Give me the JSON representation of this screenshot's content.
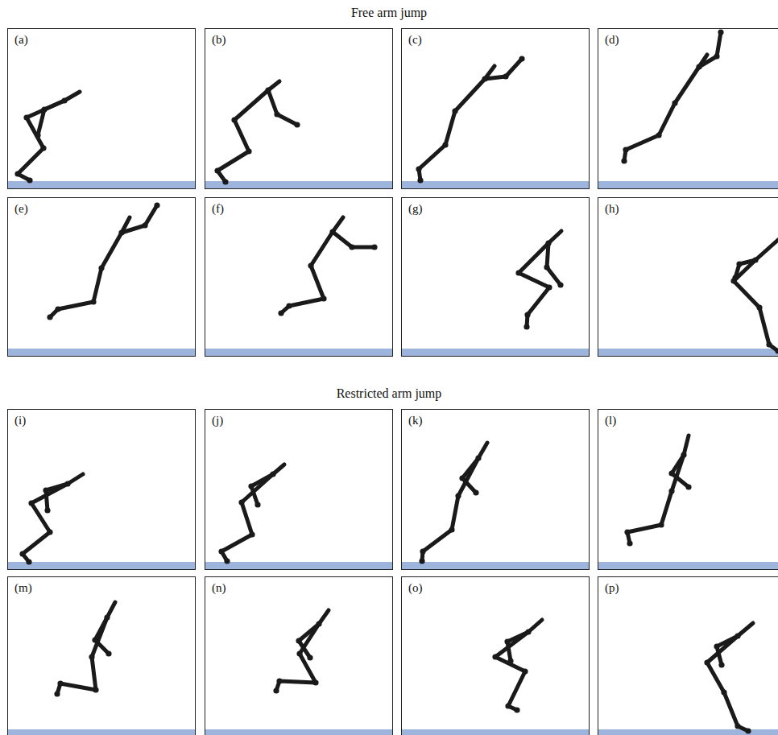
{
  "diagram": {
    "labels": [
      "Free arm jump",
      "(a)",
      "(b)",
      "(c)",
      "(d)",
      "(e)",
      "(f)",
      "(g)",
      "(h)",
      "Restricted arm jump",
      "(i)",
      "(j)",
      "(k)",
      "(l)",
      "(m)",
      "(n)",
      "(o)",
      "(p)"
    ]
  }
}
